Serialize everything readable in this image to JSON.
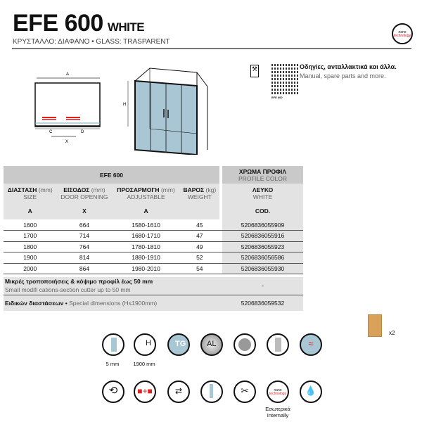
{
  "header": {
    "title": "EFE 600",
    "color": "WHITE",
    "subtitle": "ΚΡΥΣΤΑΛΛΟ: ΔΙΑΦΑΝΟ • GLASS: TRASPARENT",
    "nano_logo": [
      "nano",
      "technology"
    ]
  },
  "diagram": {
    "labels": {
      "a": "A",
      "c": "C",
      "d": "D",
      "x": "X",
      "h": "H"
    }
  },
  "qr": {
    "caption": "EFE 600",
    "text_gr": "Οδηγίες, ανταλλακτικά και άλλα.",
    "text_en": "Manual, spare parts and more."
  },
  "table": {
    "model": "EFE 600",
    "profile_color_gr": "ΧΡΩΜΑ ΠΡΟΦΙΛ",
    "profile_color_en": "PROFILE COLOR",
    "white_gr": "ΛΕΥΚΟ",
    "white_en": "WHITE",
    "columns": [
      {
        "gr": "ΔΙΑΣΤΑΣΗ",
        "unit": "(mm)",
        "en": "SIZE",
        "sym": "A"
      },
      {
        "gr": "ΕΙΣΟΔΟΣ",
        "unit": "(mm)",
        "en": "DOOR OPENING",
        "sym": "X"
      },
      {
        "gr": "ΠΡΟΣΑΡΜΟΓΗ",
        "unit": "(mm)",
        "en": "ADJUSTABLE",
        "sym": "A"
      },
      {
        "gr": "ΒΑΡΟΣ",
        "unit": "(kg)",
        "en": "WEIGHT",
        "sym": ""
      }
    ],
    "cod": "COD.",
    "rows": [
      [
        "1600",
        "664",
        "1580-1610",
        "45",
        "5206836055909"
      ],
      [
        "1700",
        "714",
        "1680-1710",
        "47",
        "5206836055916"
      ],
      [
        "1800",
        "764",
        "1780-1810",
        "49",
        "5206836055923"
      ],
      [
        "1900",
        "814",
        "1880-1910",
        "52",
        "5206836056586"
      ],
      [
        "2000",
        "864",
        "1980-2010",
        "54",
        "5206836055930"
      ]
    ],
    "mod_gr": "Μικρές τροποποιήσεις & κόψιμο προφίλ έως 50 mm",
    "mod_en": "Small modifi cations-section cutter up to 50 mm",
    "mod_code": "-",
    "special_gr": "Ειδικών διαστάσεων",
    "special_en": "Special dimensions (H≤1900mm)",
    "special_code": "5206836059532"
  },
  "icons": {
    "glass_thickness": "5 mm",
    "height": "1900 mm",
    "tg": "TG",
    "al": "AL",
    "h": "H",
    "nano_label_gr": "Εσωτερικά",
    "nano_label_en": "Internally",
    "door_count": "x2"
  }
}
